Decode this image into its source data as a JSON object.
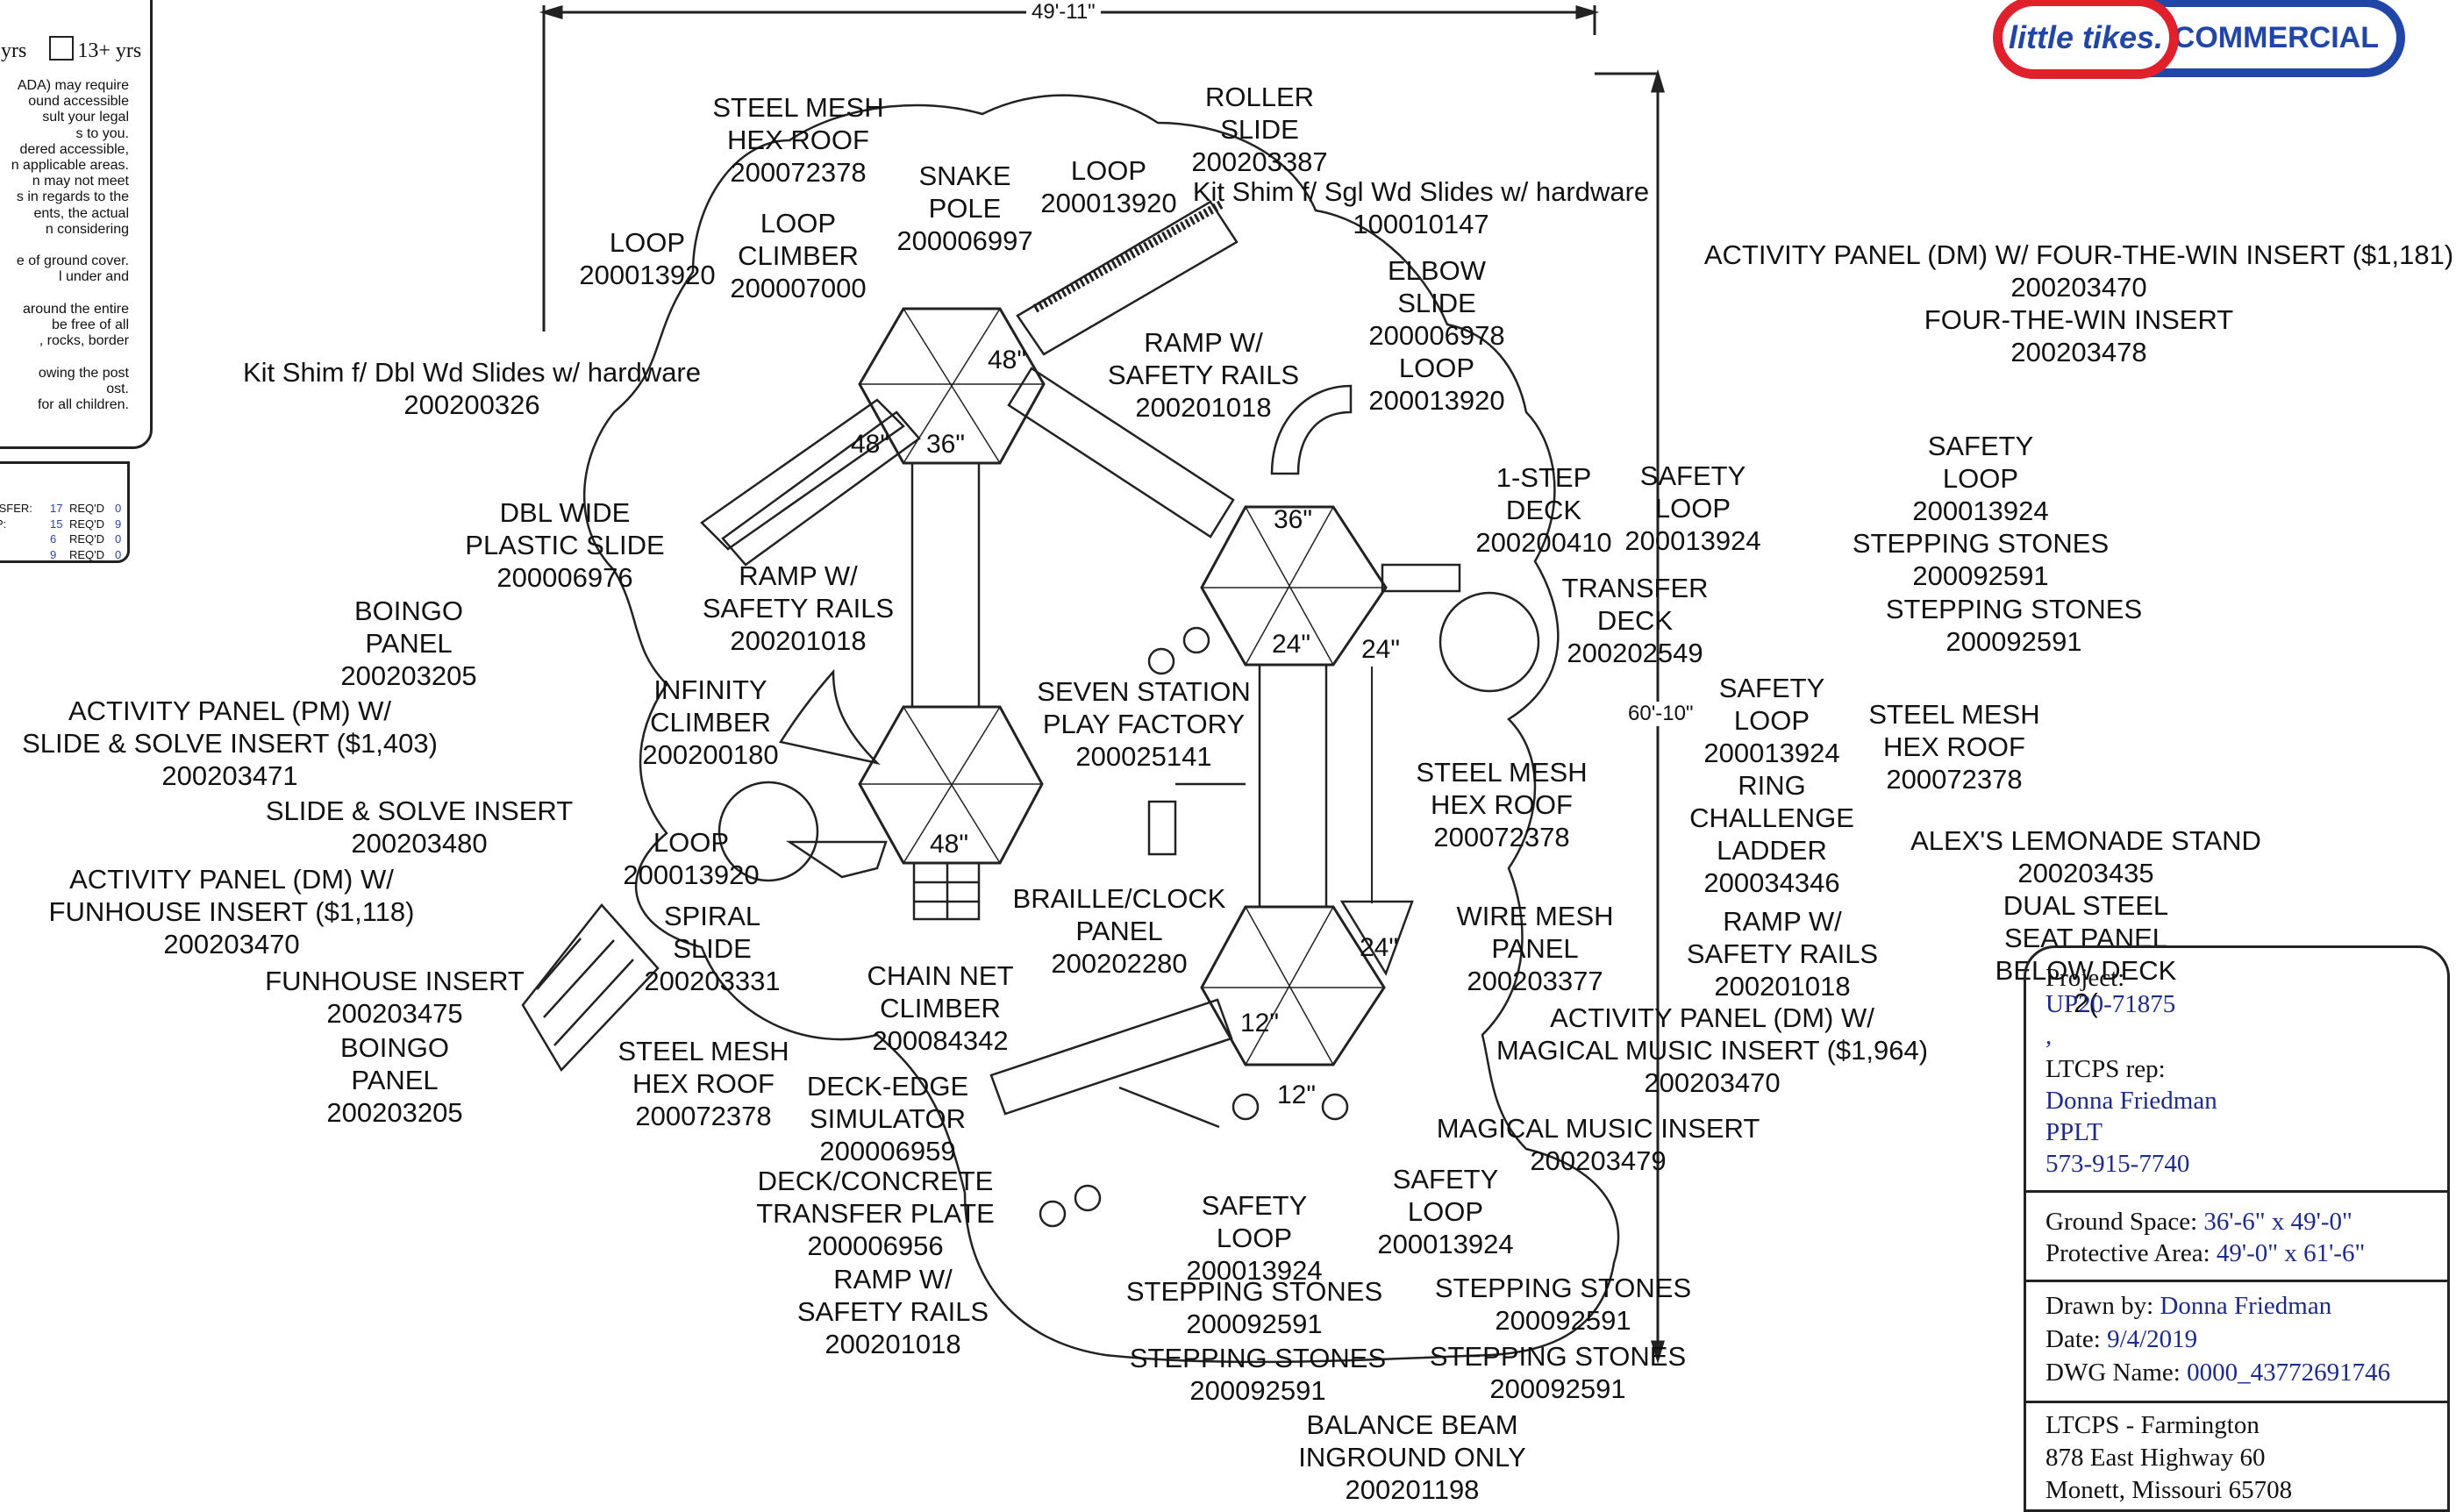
{
  "logo": {
    "brand": "little tikes.",
    "division": "COMMERCIAL",
    "colors": {
      "red": "#e0202a",
      "blue": "#2047a8"
    }
  },
  "dimensions": {
    "width_label": "49'-11\"",
    "height_label": "60'-10\""
  },
  "left_panel": {
    "age_label_a": "yrs",
    "age_label_b": "13+ yrs",
    "notes": [
      "ADA) may require",
      "ound accessible",
      "sult your legal",
      "s to you.",
      "dered accessible,",
      "n applicable areas.",
      "n may not meet",
      "s in regards to the",
      "ents, the actual",
      "n considering",
      "",
      "e of ground cover.",
      "l under and",
      "",
      "around the entire",
      "be free of all",
      ", rocks, border",
      "",
      "owing the post",
      "ost.",
      "for all children."
    ],
    "counts": [
      {
        "label": "ISFER:",
        "req": "17",
        "req_label": "REQ'D",
        "val": "0"
      },
      {
        "label": "P:",
        "req": "15",
        "req_label": "REQ'D",
        "val": "9"
      },
      {
        "label": "",
        "req": "6",
        "req_label": "REQ'D",
        "val": "0"
      },
      {
        "label": "",
        "req": "9",
        "req_label": "REQ'D",
        "val": "0"
      }
    ]
  },
  "deck_heights": [
    "48\"",
    "48\"",
    "36\"",
    "36\"",
    "24\"",
    "24\"",
    "48\"",
    "24\"",
    "12\"",
    "12\""
  ],
  "callouts": [
    {
      "lines": [
        "STEEL MESH",
        "HEX ROOF",
        "200072378"
      ]
    },
    {
      "lines": [
        "ROLLER",
        "SLIDE",
        "200203387"
      ]
    },
    {
      "lines": [
        "SNAKE",
        "POLE",
        "200006997"
      ]
    },
    {
      "lines": [
        "LOOP",
        "200013920"
      ]
    },
    {
      "lines": [
        "Kit Shim f/ Sgl Wd Slides w/ hardware",
        "100010147"
      ]
    },
    {
      "lines": [
        "LOOP",
        "CLIMBER",
        "200007000"
      ]
    },
    {
      "lines": [
        "LOOP",
        "200013920"
      ]
    },
    {
      "lines": [
        "ELBOW",
        "SLIDE",
        "200006978",
        "LOOP",
        "200013920"
      ]
    },
    {
      "lines": [
        "RAMP W/",
        "SAFETY RAILS",
        "200201018"
      ]
    },
    {
      "lines": [
        "Kit Shim f/ Dbl Wd Slides w/ hardware",
        "200200326"
      ]
    },
    {
      "lines": [
        "ACTIVITY PANEL (DM) W/ FOUR-THE-WIN INSERT ($1,181)",
        "200203470",
        "FOUR-THE-WIN INSERT",
        "200203478"
      ]
    },
    {
      "lines": [
        "1-STEP",
        "DECK",
        "200200410"
      ]
    },
    {
      "lines": [
        "SAFETY",
        "LOOP",
        "200013924"
      ]
    },
    {
      "lines": [
        "SAFETY",
        "LOOP",
        "200013924",
        "STEPPING STONES",
        "200092591"
      ]
    },
    {
      "lines": [
        "DBL WIDE",
        "PLASTIC SLIDE",
        "200006976"
      ]
    },
    {
      "lines": [
        "RAMP W/",
        "SAFETY RAILS",
        "200201018"
      ]
    },
    {
      "lines": [
        "BOINGO",
        "PANEL",
        "200203205"
      ]
    },
    {
      "lines": [
        "TRANSFER",
        "DECK",
        "200202549"
      ]
    },
    {
      "lines": [
        "STEPPING STONES",
        "200092591"
      ]
    },
    {
      "lines": [
        "INFINITY",
        "CLIMBER",
        "200200180"
      ]
    },
    {
      "lines": [
        "SEVEN STATION",
        "PLAY FACTORY",
        "200025141"
      ]
    },
    {
      "lines": [
        "ACTIVITY PANEL (PM) W/",
        "SLIDE & SOLVE INSERT ($1,403)",
        "200203471"
      ]
    },
    {
      "lines": [
        "SAFETY",
        "LOOP",
        "200013924",
        "RING",
        "CHALLENGE",
        "LADDER",
        "200034346"
      ]
    },
    {
      "lines": [
        "STEEL MESH",
        "HEX ROOF",
        "200072378"
      ]
    },
    {
      "lines": [
        "STEEL MESH",
        "HEX ROOF",
        "200072378"
      ]
    },
    {
      "lines": [
        "SLIDE & SOLVE INSERT",
        "200203480"
      ]
    },
    {
      "lines": [
        "ALEX'S LEMONADE STAND",
        "200203435",
        "DUAL STEEL",
        "SEAT PANEL",
        "BELOW DECK",
        "2("
      ]
    },
    {
      "lines": [
        "LOOP",
        "200013920"
      ]
    },
    {
      "lines": [
        "ACTIVITY PANEL (DM) W/",
        "FUNHOUSE INSERT ($1,118)",
        "200203470"
      ]
    },
    {
      "lines": [
        "BRAILLE/CLOCK",
        "PANEL",
        "200202280"
      ]
    },
    {
      "lines": [
        "SPIRAL",
        "SLIDE",
        "200203331"
      ]
    },
    {
      "lines": [
        "WIRE MESH",
        "PANEL",
        "200203377"
      ]
    },
    {
      "lines": [
        "RAMP W/",
        "SAFETY RAILS",
        "200201018"
      ]
    },
    {
      "lines": [
        "FUNHOUSE INSERT",
        "200203475"
      ]
    },
    {
      "lines": [
        "CHAIN NET",
        "CLIMBER",
        "200084342"
      ]
    },
    {
      "lines": [
        "ACTIVITY PANEL (DM) W/",
        "MAGICAL MUSIC INSERT ($1,964)",
        "200203470"
      ]
    },
    {
      "lines": [
        "BOINGO",
        "PANEL",
        "200203205"
      ]
    },
    {
      "lines": [
        "STEEL MESH",
        "HEX ROOF",
        "200072378"
      ]
    },
    {
      "lines": [
        "DECK-EDGE",
        "SIMULATOR",
        "200006959"
      ]
    },
    {
      "lines": [
        "MAGICAL MUSIC INSERT",
        "200203479"
      ]
    },
    {
      "lines": [
        "DECK/CONCRETE",
        "TRANSFER PLATE",
        "200006956"
      ]
    },
    {
      "lines": [
        "SAFETY",
        "LOOP",
        "200013924"
      ]
    },
    {
      "lines": [
        "SAFETY",
        "LOOP",
        "200013924"
      ]
    },
    {
      "lines": [
        "RAMP W/",
        "SAFETY RAILS",
        "200201018"
      ]
    },
    {
      "lines": [
        "STEPPING STONES",
        "200092591"
      ]
    },
    {
      "lines": [
        "STEPPING STONES",
        "200092591"
      ]
    },
    {
      "lines": [
        "STEPPING STONES",
        "200092591"
      ]
    },
    {
      "lines": [
        "STEPPING STONES",
        "200092591"
      ]
    },
    {
      "lines": [
        "BALANCE BEAM",
        "INGROUND ONLY",
        "200201198"
      ]
    }
  ],
  "title_block": {
    "project_label": "Project:",
    "project_number": "UP20-71875",
    "comma": ",",
    "rep_label": "LTCPS rep:",
    "rep_name": "Donna   Friedman",
    "rep_company": "PPLT",
    "rep_phone": "573-915-7740",
    "ground_label": "Ground Space:",
    "ground_value": "36'-6\" x 49'-0\"",
    "protective_label": "Protective Area:",
    "protective_value": "49'-0\" x 61'-6\"",
    "drawn_label": "Drawn by:",
    "drawn_value": "Donna Friedman",
    "date_label": "Date:",
    "date_value": "9/4/2019",
    "dwg_label": "DWG Name:",
    "dwg_value": "0000_43772691746",
    "customer": "LTCPS - Farmington",
    "address1": "878 East Highway 60",
    "address2": "Monett, Missouri  65708"
  }
}
